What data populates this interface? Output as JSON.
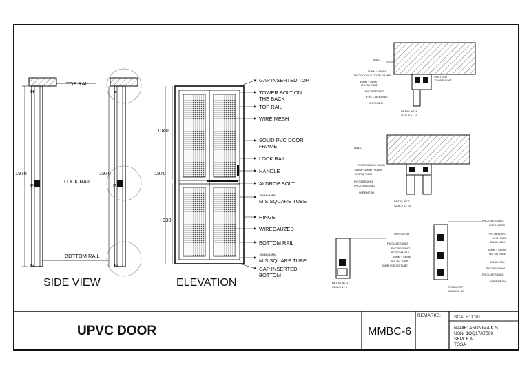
{
  "title_block": {
    "project": "UPVC DOOR",
    "code": "MMBC-6",
    "remarks_label": "REMARKS:",
    "scale": "SCALE: 1:20",
    "name": "NAME: ARUNIMA K.S",
    "usn": "USN: 1OQ17AT009",
    "sem": "SEM: 6 A",
    "college": "TOSA"
  },
  "side_views": {
    "caption": "SIDE VIEW",
    "top_rail": "TOP RAIL",
    "lock_rail": "LOCK RAIL",
    "bottom_rail": "BOTTOM RAIL",
    "height": "1970",
    "mark_h": "H",
    "mark_f": "F",
    "mark_g": "G",
    "mark_e": "E"
  },
  "elevation": {
    "caption": "ELEVATION",
    "height": "1970",
    "upper": "1040",
    "lower": "930",
    "labels": {
      "gap_top": "GAP INSERTED TOP",
      "tower_bolt": "TOWER BOLT ON",
      "tower_bolt_2": "THE BACK",
      "top_rail": "TOP RAIL",
      "wire_mesh": "WIRE MESH",
      "solid_frame": "SOLID PVC DOOR",
      "solid_frame_2": "FRAME",
      "lock_rail": "LOCK RAIL",
      "handle": "HANDLE",
      "aldrop": "ALDROP BOLT",
      "ms_tube_dim": "15MM x15MM",
      "ms_tube": "M S SQUARE TUBE",
      "hinge": "HINGE",
      "wiregauzed": "WIREGAUZED",
      "bottom_rail": "BOTTOM RAIL",
      "ms_tube2_dim": "15MM x15MM",
      "ms_tube2": "M S SQUARE TUBE",
      "gap_bottom": "GAP INSERTED",
      "gap_bottom_2": "BOTTOM"
    }
  },
  "detail_h": {
    "wall": "WALL",
    "frame_dim": "50MM * 40MM",
    "frame": "PVC DOUBLE DOOR FRAME",
    "tube_dim": "15MM * 15MM",
    "tube": "MS SQ TUBE",
    "beeding": "PVC BEEDING",
    "l_beeding": "PVC L BEEDING",
    "wiremesh": "WIREMESH",
    "tower_bolt": "SHUTTER",
    "tower_bolt_2": "TOWER BOLT",
    "title": "DETAIL AT H",
    "scale": "SCALE 1 : 10"
  },
  "detail_e": {
    "wall": "WALL",
    "frame": "PVC DOUBLE DOOR",
    "frame_dim": "15MM * 15MM FRAME",
    "tube": "MS SQ TUBE",
    "beeding": "PVC BEEDING",
    "l_beeding": "PVC L BEEDING",
    "wiremesh": "WIREMESH",
    "title": "DETAIL AT E",
    "scale": "SCALE 1 : 10"
  },
  "detail_g": {
    "wiremesh": "WIREMESH",
    "l_beeding": "PVC L BEEDING",
    "beeding": "PVC BEEDING",
    "bottom_rail": "BOTTOM RAIL",
    "tube_dim": "15MM * 15MM",
    "tube": "MS SQ TUBE",
    "pipe": "15MM M.S SQ TUBE",
    "title": "DETAIL AT G",
    "scale": "SCALE 1 : 5"
  },
  "detail_f": {
    "l_beeding": "PVC L BEEDING",
    "wire_mesh": "WIRE MESH",
    "beeding": "PVC BEEDING",
    "lock_rail": "LOCK RAIL",
    "back_side": "BACK SIDE",
    "tube_dim": "15MM * 15MM",
    "tube": "MS SQ TUBE",
    "lock_rail2": "LOCK RAIL",
    "beeding2": "PVC BEEDING",
    "l_beeding2": "PVC L BEEDING",
    "wiremesh": "WIREMESH",
    "title": "DETAIL AT F",
    "scale": "SCALE 1 : G"
  }
}
